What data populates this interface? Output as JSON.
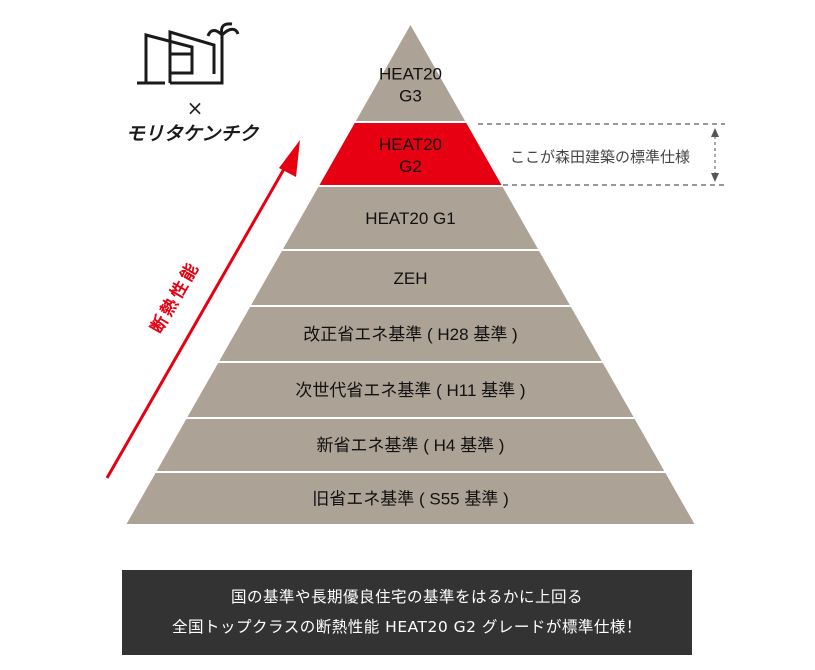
{
  "logo": {
    "brand": "モリタケンチク",
    "cross": "×"
  },
  "arrow_label": "断熱性能",
  "pyramid": {
    "levels": [
      {
        "line1": "HEAT20",
        "line2": "G3",
        "highlight": false
      },
      {
        "line1": "HEAT20",
        "line2": "G2",
        "highlight": true
      },
      {
        "line1": "HEAT20 G1",
        "highlight": false
      },
      {
        "line1": "ZEH",
        "highlight": false
      },
      {
        "line1": "改正省エネ基準 ( H28 基準 )",
        "highlight": false
      },
      {
        "line1": "次世代省エネ基準 ( H11 基準 )",
        "highlight": false
      },
      {
        "line1": "新省エネ基準 ( H4 基準 )",
        "highlight": false
      },
      {
        "line1": "旧省エネ基準 ( S55 基準 )",
        "highlight": false
      }
    ],
    "callout": "ここが森田建築の標準仕様"
  },
  "colors": {
    "layer": "#aca295",
    "highlight": "#e60012",
    "banner": "#333333"
  },
  "banner": {
    "line1": "国の基準や長期優良住宅の基準をはるかに上回る",
    "line2": "全国トップクラスの断熱性能 HEAT20 G2 グレードが標準仕様！"
  }
}
